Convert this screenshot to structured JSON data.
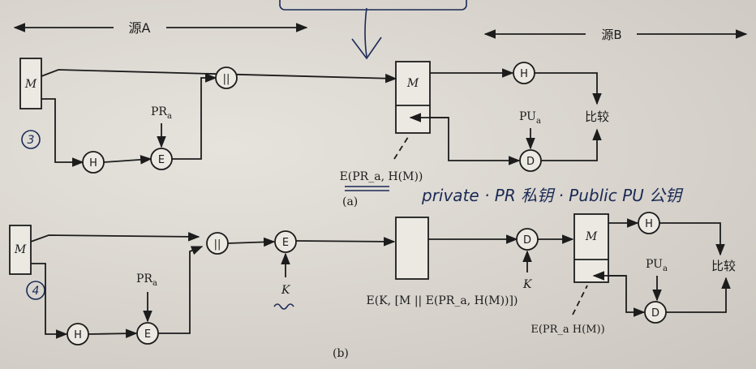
{
  "labels": {
    "source_a": "源A",
    "source_b": "源B",
    "M": "M",
    "H": "H",
    "E": "E",
    "D": "D",
    "concat": "||",
    "PR": "PR",
    "PU": "PU",
    "sub_a": "a",
    "compare": "比较",
    "K": "K",
    "note3": "3",
    "note4": "4"
  },
  "diagram_a": {
    "caption": "(a)",
    "sig_label": "E(PR_a, H(M))",
    "handwriting": "private ·   PR 私钥 ·     Public     PU 公钥"
  },
  "diagram_b": {
    "caption": "(b)",
    "cipher_label": "E(K, [M || E(PR_a, H(M))])",
    "sig_label": "E(PR_a H(M))"
  },
  "colors": {
    "ink": "#1b2a55",
    "print": "#1c1c1c",
    "paper": "#e6e3dd"
  }
}
